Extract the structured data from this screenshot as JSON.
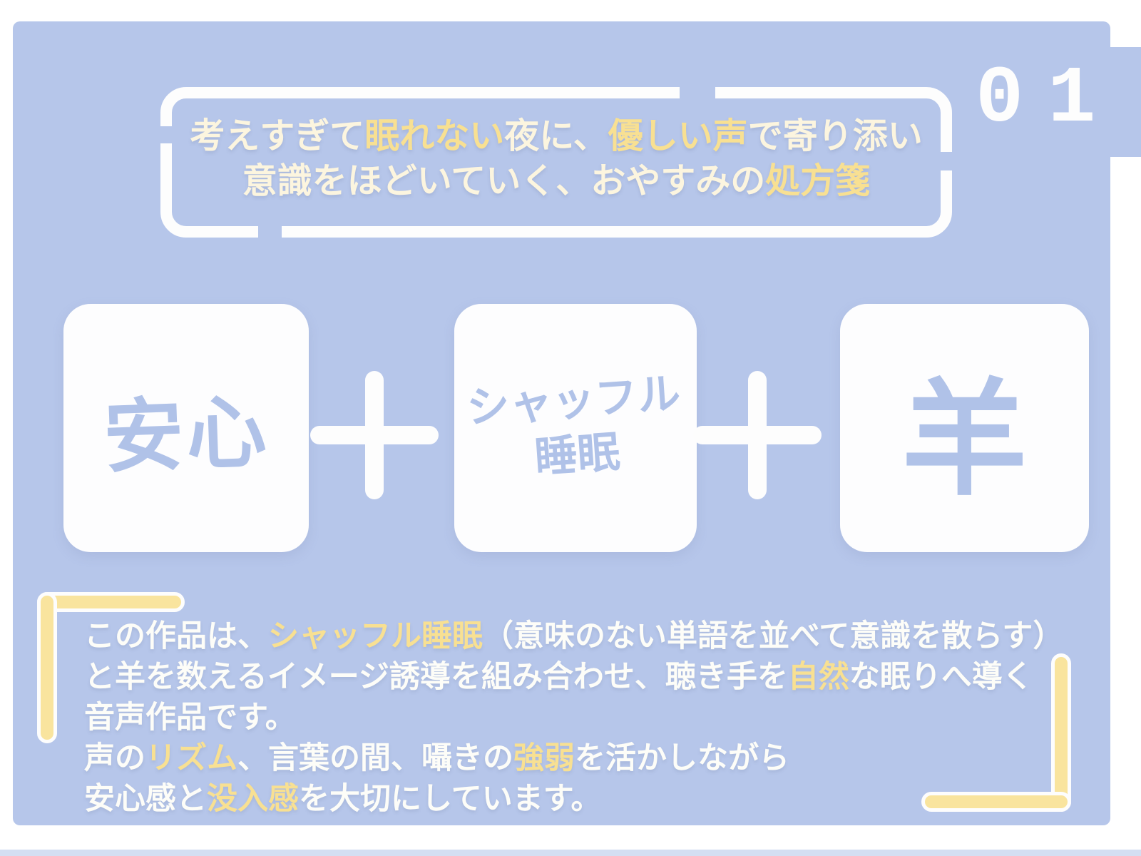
{
  "colors": {
    "panel_blue": "#b6c6ea",
    "card_text_blue": "#b0c2e8",
    "accent_yellow": "#f8e092",
    "bracket_yellow": "#f9e49e",
    "cream_text": "#fcf5df",
    "white_text": "#fdfdf8"
  },
  "page_number": "01",
  "header": {
    "line1_segments": [
      {
        "text": "考えすぎて",
        "c": "cream"
      },
      {
        "text": "眠れない",
        "c": "yellow"
      },
      {
        "text": "夜に、",
        "c": "cream"
      },
      {
        "text": "優しい声",
        "c": "yellow"
      },
      {
        "text": "で寄り添い",
        "c": "cream"
      }
    ],
    "line2_segments": [
      {
        "text": "意識をほどいていく、おやすみの",
        "c": "cream"
      },
      {
        "text": "処方箋",
        "c": "yellow"
      }
    ]
  },
  "formula": {
    "operator_symbol": "+",
    "cards": [
      {
        "label": "安心"
      },
      {
        "lines": [
          "シャッフル",
          "睡眠"
        ]
      },
      {
        "label": "羊"
      }
    ]
  },
  "description": {
    "lines": [
      [
        {
          "text": "この作品は、",
          "c": "white"
        },
        {
          "text": "シャッフル睡眠",
          "c": "yellow"
        },
        {
          "text": "（意味のない単語を並べて意識を散らす）",
          "c": "white"
        }
      ],
      [
        {
          "text": "と羊を数えるイメージ誘導を組み合わせ、聴き手を",
          "c": "white"
        },
        {
          "text": "自然",
          "c": "yellow"
        },
        {
          "text": "な眠りへ導く",
          "c": "white"
        }
      ],
      [
        {
          "text": "音声作品です。",
          "c": "white"
        }
      ],
      [
        {
          "text": "声の",
          "c": "white"
        },
        {
          "text": "リズム",
          "c": "yellow"
        },
        {
          "text": "、言葉の間、囁きの",
          "c": "white"
        },
        {
          "text": "強弱",
          "c": "yellow"
        },
        {
          "text": "を活かしながら",
          "c": "white"
        }
      ],
      [
        {
          "text": "安心感と",
          "c": "white"
        },
        {
          "text": "没入感",
          "c": "yellow"
        },
        {
          "text": "を大切にしています。",
          "c": "white"
        }
      ]
    ]
  }
}
